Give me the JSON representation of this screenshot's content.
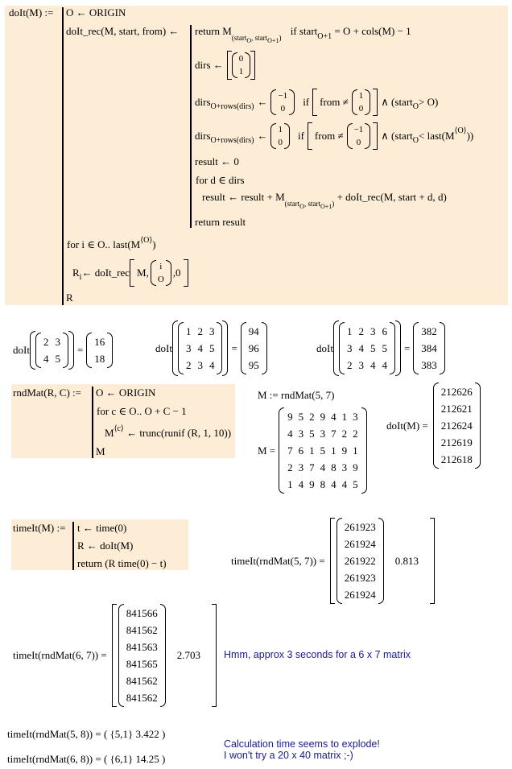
{
  "doit_def": {
    "name": "doIt(M) :=",
    "line_origin": "O ← ORIGIN",
    "rec_header": "doIt_rec(M, start, from) ←",
    "rec_lines": {
      "return_cond": "return M",
      "return_sub": "(start",
      "return_sub2": "O",
      "return_sub3": ", start",
      "return_sub4": "O+1",
      "return_sub5": ")",
      "return_if": "if  start",
      "return_if_sub": "O+1",
      "return_if_rest": " = O + cols(M) − 1",
      "dirs_init": "dirs ←",
      "dirs_init_vec": [
        "0",
        "1"
      ],
      "dirs_a_lhs": "dirs",
      "dirs_a_sub": "O+rows(dirs)",
      "dirs_a_arrow": "←",
      "dirs_a_vec": [
        "−1",
        "0"
      ],
      "dirs_a_if": "if",
      "dirs_a_from": "from ≠",
      "dirs_a_from_vec": [
        "1",
        "0"
      ],
      "dirs_a_cond": "∧ (start",
      "dirs_a_cond_sub": "O",
      "dirs_a_cond_rest": " > O)",
      "dirs_b_vec": [
        "1",
        "0"
      ],
      "dirs_b_from_vec": [
        "−1",
        "0"
      ],
      "dirs_b_cond_rest": " < last(M",
      "dirs_b_cond_sup": "⟨O⟩",
      "dirs_b_cond_end": "))",
      "result_init": "result ← 0",
      "for_d": "for  d ∈ dirs",
      "result_update": "result ← result + M",
      "result_update_rest": " + doIt_rec(M, start + d, d)",
      "return_result": "return  result"
    },
    "for_i": "for  i ∈ O.. last(M",
    "for_i_sup": "⟨O⟩",
    "for_i_end": ")",
    "r_assign": "R",
    "r_assign_sub": "i",
    "r_assign_rest": " ← doIt_rec",
    "r_assign_m": "M,",
    "r_assign_vec": [
      "i",
      "O"
    ],
    "r_assign_tail": ",0",
    "r_return": "R"
  },
  "examples": [
    {
      "label": "doIt",
      "input": [
        [
          "2",
          "3"
        ],
        [
          "4",
          "5"
        ]
      ],
      "eq": "=",
      "output": [
        "16",
        "18"
      ]
    },
    {
      "label": "doIt",
      "input": [
        [
          "1",
          "2",
          "3"
        ],
        [
          "3",
          "4",
          "5"
        ],
        [
          "2",
          "3",
          "4"
        ]
      ],
      "eq": "=",
      "output": [
        "94",
        "96",
        "95"
      ]
    },
    {
      "label": "doIt",
      "input": [
        [
          "1",
          "2",
          "3",
          "6"
        ],
        [
          "3",
          "4",
          "5",
          "5"
        ],
        [
          "2",
          "3",
          "4",
          "4"
        ]
      ],
      "eq": "=",
      "output": [
        "382",
        "384",
        "383"
      ]
    }
  ],
  "rndmat_def": {
    "name": "rndMat(R, C) :=",
    "line1": "O ← ORIGIN",
    "line2": "for  c ∈ O.. O + C − 1",
    "line3_m": "M",
    "line3_sup": "⟨c⟩",
    "line3_rest": " ← trunc(runif (R, 1, 10))",
    "line4": "M"
  },
  "m_assign": "M := rndMat(5, 7)",
  "m_display": {
    "label": "M =",
    "rows": [
      [
        "9",
        "5",
        "2",
        "9",
        "4",
        "1",
        "3"
      ],
      [
        "4",
        "3",
        "5",
        "3",
        "7",
        "2",
        "2"
      ],
      [
        "7",
        "6",
        "1",
        "5",
        "1",
        "9",
        "1"
      ],
      [
        "2",
        "3",
        "7",
        "4",
        "8",
        "3",
        "9"
      ],
      [
        "1",
        "4",
        "9",
        "8",
        "4",
        "4",
        "5"
      ]
    ]
  },
  "doit_m": {
    "label": "doIt(M) =",
    "values": [
      "212626",
      "212621",
      "212624",
      "212619",
      "212618"
    ]
  },
  "timeit_def": {
    "name": "timeIt(M) :=",
    "line1": "t ← time(0)",
    "line2": "R ← doIt(M)",
    "line3": "return  (R   time(0) − t)"
  },
  "timeit_57": {
    "label": "timeIt(rndMat(5, 7)) =",
    "values": [
      "261923",
      "261924",
      "261922",
      "261923",
      "261924"
    ],
    "time": "0.813"
  },
  "timeit_67": {
    "label": "timeIt(rndMat(6, 7)) =",
    "values": [
      "841566",
      "841562",
      "841563",
      "841565",
      "841562",
      "841562"
    ],
    "time": "2.703"
  },
  "note1": "Hmm, approx 3 seconds for a 6 x 7 matrix",
  "timeit_58": "timeIt(rndMat(5, 8)) = ( {5,1}   3.422 )",
  "timeit_68": "timeIt(rndMat(6, 8)) = ( {6,1}   14.25 )",
  "note2_line1": "Calculation time seems to explode!",
  "note2_line2": "I won't try a 20 x 40 matrix ;-)"
}
